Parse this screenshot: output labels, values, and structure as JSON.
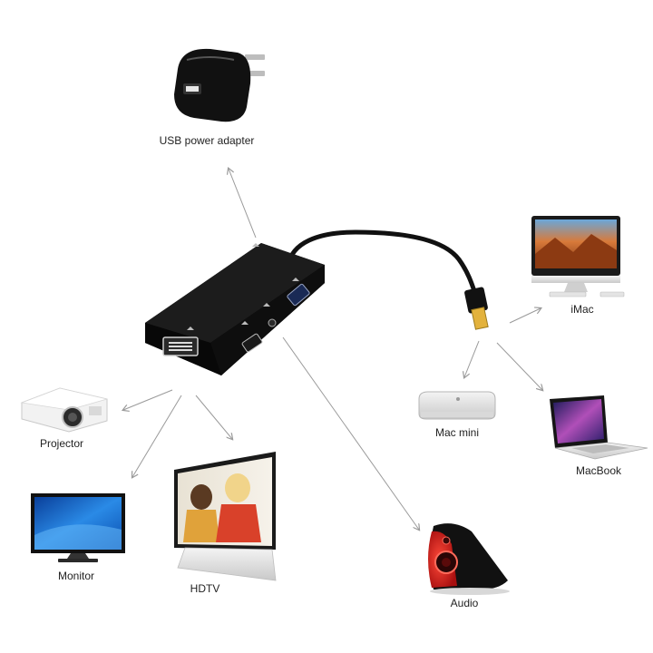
{
  "labels": {
    "usb_power_adapter": "USB power adapter",
    "imac": "iMac",
    "mac_mini": "Mac mini",
    "macbook": "MacBook",
    "projector": "Projector",
    "monitor": "Monitor",
    "hdtv": "HDTV",
    "audio": "Audio"
  },
  "colors": {
    "arrow": "#9a9a9a",
    "adapter_body": "#141414",
    "accent_red": "#cc1a1a",
    "screen_blue": "#1f6fd0",
    "label_text": "#222222"
  }
}
